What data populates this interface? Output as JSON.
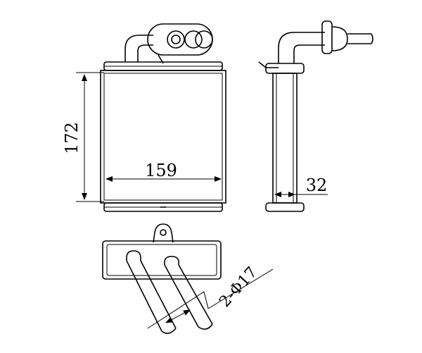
{
  "dimensions": {
    "height": "172",
    "width": "159",
    "depth": "32",
    "pipe": "2-Φ17"
  }
}
